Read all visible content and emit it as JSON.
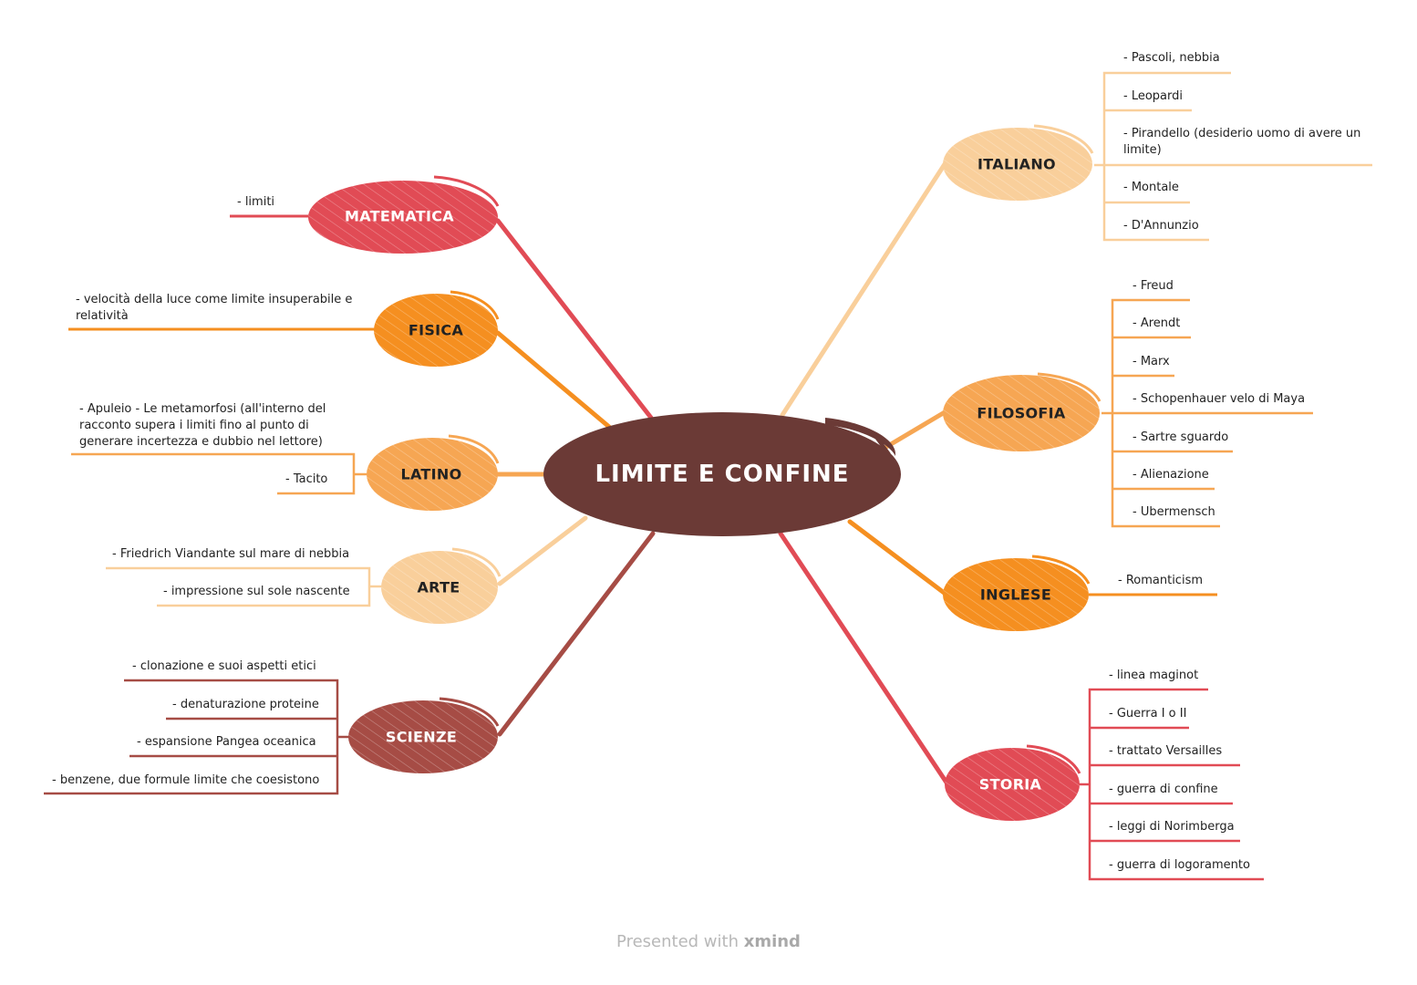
{
  "center": {
    "title": "LIMITE E CONFINE",
    "color": "#6b3a36"
  },
  "footer": {
    "prefix": "Presented with ",
    "brand": "xmind"
  },
  "branches": {
    "matematica": {
      "title": "MATEMATICA",
      "color": "#e14b55",
      "items": [
        "- limiti"
      ]
    },
    "fisica": {
      "title": "FISICA",
      "color": "#f58f20",
      "items": [
        "- velocità della luce come limite insuperabile e relatività"
      ]
    },
    "latino": {
      "title": "LATINO",
      "color": "#f6a653",
      "items": [
        "- Apuleio - Le metamorfosi (all'interno del racconto supera i limiti fino al punto di generare incertezza e dubbio nel lettore)",
        "- Tacito"
      ]
    },
    "arte": {
      "title": "ARTE",
      "color": "#f9cf9b",
      "items": [
        "- Friedrich Viandante sul mare di nebbia",
        "- impressione sul sole nascente"
      ]
    },
    "scienze": {
      "title": "SCIENZE",
      "color": "#a64c45",
      "items": [
        "- clonazione e suoi aspetti etici",
        "- denaturazione proteine",
        "- espansione Pangea oceanica",
        "- benzene, due formule limite che coesistono"
      ]
    },
    "italiano": {
      "title": "ITALIANO",
      "color": "#f9cf9b",
      "items": [
        "- Pascoli, nebbia",
        "- Leopardi",
        "- Pirandello (desiderio uomo di avere un limite)",
        "- Montale",
        "- D'Annunzio"
      ]
    },
    "filosofia": {
      "title": "FILOSOFIA",
      "color": "#f6a653",
      "items": [
        "- Freud",
        "- Arendt",
        "- Marx",
        "- Schopenhauer velo di Maya",
        "- Sartre sguardo",
        "- Alienazione",
        "- Ubermensch"
      ]
    },
    "inglese": {
      "title": "INGLESE",
      "color": "#f58f20",
      "items": [
        "- Romanticism"
      ]
    },
    "storia": {
      "title": "STORIA",
      "color": "#e14b55",
      "items": [
        "- linea maginot",
        "- Guerra I o II",
        "- trattato Versailles",
        "- guerra di confine",
        "- leggi di Norimberga",
        "- guerra di logoramento"
      ]
    }
  }
}
